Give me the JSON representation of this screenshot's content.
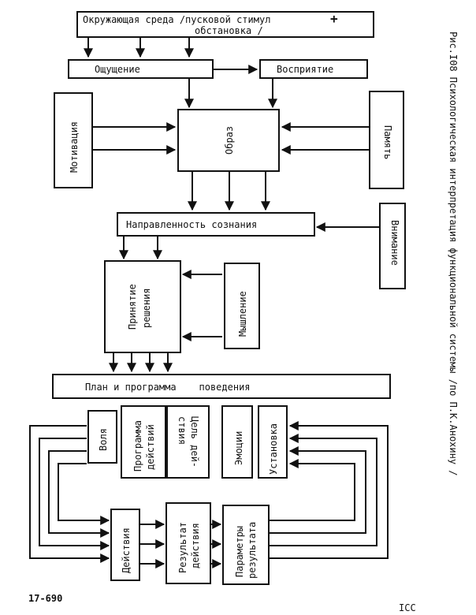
{
  "boxes": {
    "env_l1": "Окружающая среда /пусковой стимул",
    "env_plus": "+",
    "env_l2": "обстановка /",
    "sensation": "Ощущение",
    "perception": "Восприятие",
    "motivation": "Мотивация",
    "image": "Образ",
    "memory": "Память",
    "consciousness": "Направленность сознания",
    "attention": "Внимание",
    "decision_l1": "Принятие",
    "decision_l2": "решения",
    "thinking": "Мышление",
    "plan": "План и программа    поведения",
    "will": "Воля",
    "program_l1": "Программа",
    "program_l2": "действий",
    "goal_l1": "Цель дей-",
    "goal_l2": "ствия",
    "emotions": "Эмоции",
    "setting": "Установка",
    "actions": "Действия",
    "result_l1": "Результат",
    "result_l2": "действия",
    "params_l1": "Параметры",
    "params_l2": "результата"
  },
  "caption": "Рис.I08  Психологическая интерпретация функциональной системы /по П.К.Анохину /",
  "page_code": "17-690",
  "corner_mark": "IСС"
}
